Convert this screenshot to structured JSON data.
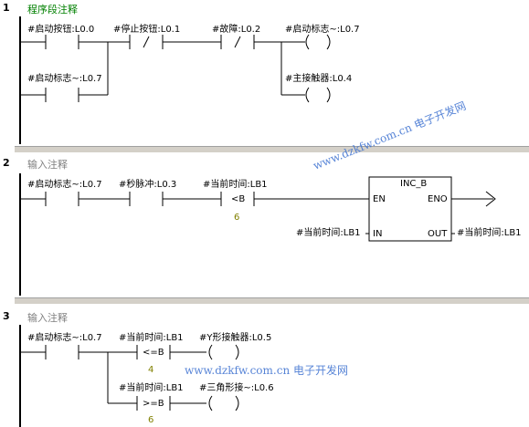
{
  "networks": [
    {
      "number": "1",
      "title": "程序段注释",
      "title_color": "#008000",
      "contacts": [
        {
          "label": "#启动按钮:L0.0",
          "type": "NO"
        },
        {
          "label": "#停止按钮:L0.1",
          "type": "NC"
        },
        {
          "label": "#故障:L0.2",
          "type": "NC"
        },
        {
          "label": "#启动标志~:L0.7",
          "type": "NO"
        }
      ],
      "coils": [
        {
          "label": "#启动标志~:L0.7"
        },
        {
          "label": "#主接触器:L0.4"
        }
      ]
    },
    {
      "number": "2",
      "title": "输入注释",
      "title_color": "#808080",
      "contacts": [
        {
          "label": "#启动标志~:L0.7",
          "type": "NO"
        },
        {
          "label": "#秒脉冲:L0.3",
          "type": "NO"
        },
        {
          "label": "#当前时间:LB1",
          "type": "CMP",
          "op": "<B",
          "value": "6"
        }
      ],
      "block": {
        "name": "INC_B",
        "pin_en": "EN",
        "pin_eno": "ENO",
        "pin_in": "IN",
        "pin_out": "OUT",
        "in_label": "#当前时间:LB1",
        "out_label": "#当前时间:LB1"
      }
    },
    {
      "number": "3",
      "title": "输入注释",
      "title_color": "#808080",
      "contacts": [
        {
          "label": "#启动标志~:L0.7",
          "type": "NO"
        },
        {
          "label": "#当前时间:LB1",
          "type": "CMP",
          "op": "<=B",
          "value": "4"
        },
        {
          "label": "#当前时间:LB1",
          "type": "CMP",
          "op": ">=B",
          "value": "6"
        }
      ],
      "coils": [
        {
          "label": "#Y形接触器:L0.5"
        },
        {
          "label": "#三角形接~:L0.6"
        }
      ]
    }
  ],
  "watermarks": {
    "diagonal": "www.dzkfw.com.cn 电子开发网",
    "horizontal": "www.dzkfw.com.cn 电子开发网"
  },
  "colors": {
    "separator": "#d4d0c8",
    "value_text": "#808000",
    "watermark": "#3a6fd0"
  }
}
